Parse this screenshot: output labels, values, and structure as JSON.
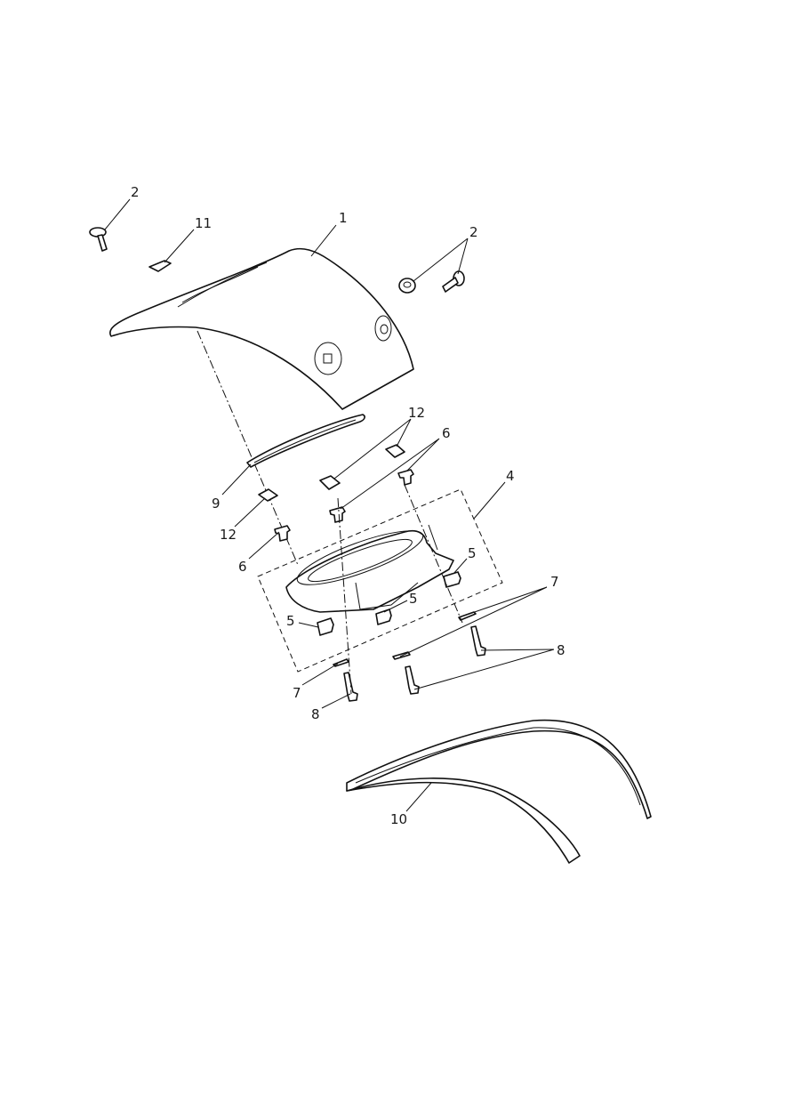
{
  "diagram": {
    "title": "Instrument cowl exploded parts diagram",
    "callouts": [
      {
        "id": "c2a",
        "text": "2"
      },
      {
        "id": "c11",
        "text": "11"
      },
      {
        "id": "c1",
        "text": "1"
      },
      {
        "id": "c2b",
        "text": "2"
      },
      {
        "id": "c12a",
        "text": "12"
      },
      {
        "id": "c6a",
        "text": "6"
      },
      {
        "id": "c4",
        "text": "4"
      },
      {
        "id": "c9",
        "text": "9"
      },
      {
        "id": "c12b",
        "text": "12"
      },
      {
        "id": "c6b",
        "text": "6"
      },
      {
        "id": "c5a",
        "text": "5"
      },
      {
        "id": "c7a",
        "text": "7"
      },
      {
        "id": "c5b",
        "text": "5"
      },
      {
        "id": "c5c",
        "text": "5"
      },
      {
        "id": "c8a",
        "text": "8"
      },
      {
        "id": "c7b",
        "text": "7"
      },
      {
        "id": "c8b",
        "text": "8"
      },
      {
        "id": "c10",
        "text": "10"
      }
    ]
  }
}
